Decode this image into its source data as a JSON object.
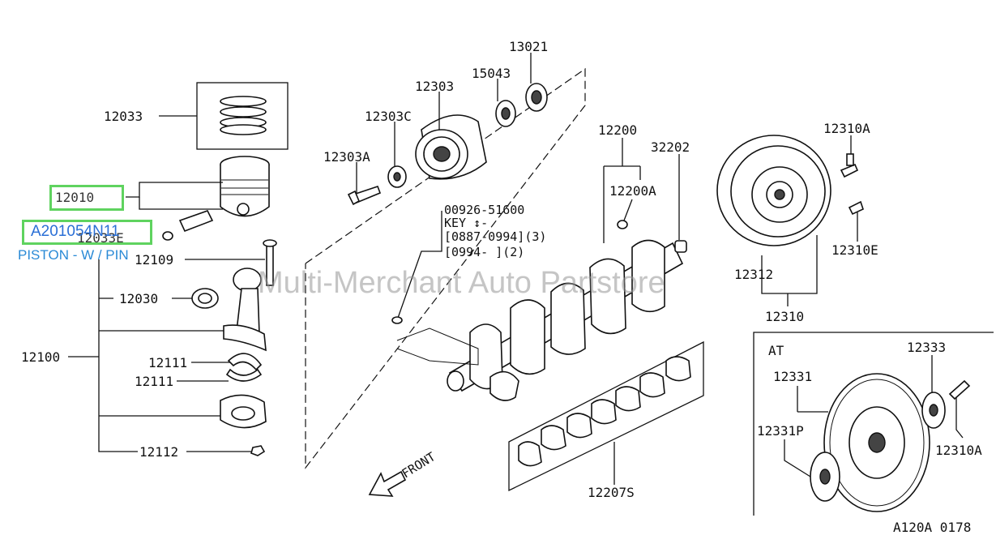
{
  "diagram": {
    "part_numbers": {
      "p12033": "12033",
      "p12010": "12010",
      "p12033E": "12033E",
      "p12109": "12109",
      "p12030": "12030",
      "p12100": "12100",
      "p12111a": "12111",
      "p12111b": "12111",
      "p12112": "12112",
      "p12303": "12303",
      "p12303C": "12303C",
      "p12303A": "12303A",
      "p15043": "15043",
      "p13021": "13021",
      "p12200": "12200",
      "p12200A": "12200A",
      "p32202": "32202",
      "p12310A_top": "12310A",
      "p12310E": "12310E",
      "p12312": "12312",
      "p12310": "12310",
      "p12333": "12333",
      "p12331": "12331",
      "p12331P": "12331P",
      "p12310A_bottom": "12310A",
      "p12207S": "12207S"
    },
    "key_note": {
      "line1": "00926-51600",
      "line2": "KEY  ↕-",
      "line3": "[0887-0994](3)",
      "line4": "[0994-     ](2)"
    },
    "front_label": "FRONT",
    "at_label": "AT",
    "figure_code": "A120A 0178"
  },
  "highlight": {
    "part_number": "A201054N11",
    "description": "PISTON - W / PIN"
  },
  "watermark": "Multi-Merchant Auto Partstore",
  "colors": {
    "highlight_border": "#5fd35f",
    "highlight_text": "#2a6fd6"
  }
}
